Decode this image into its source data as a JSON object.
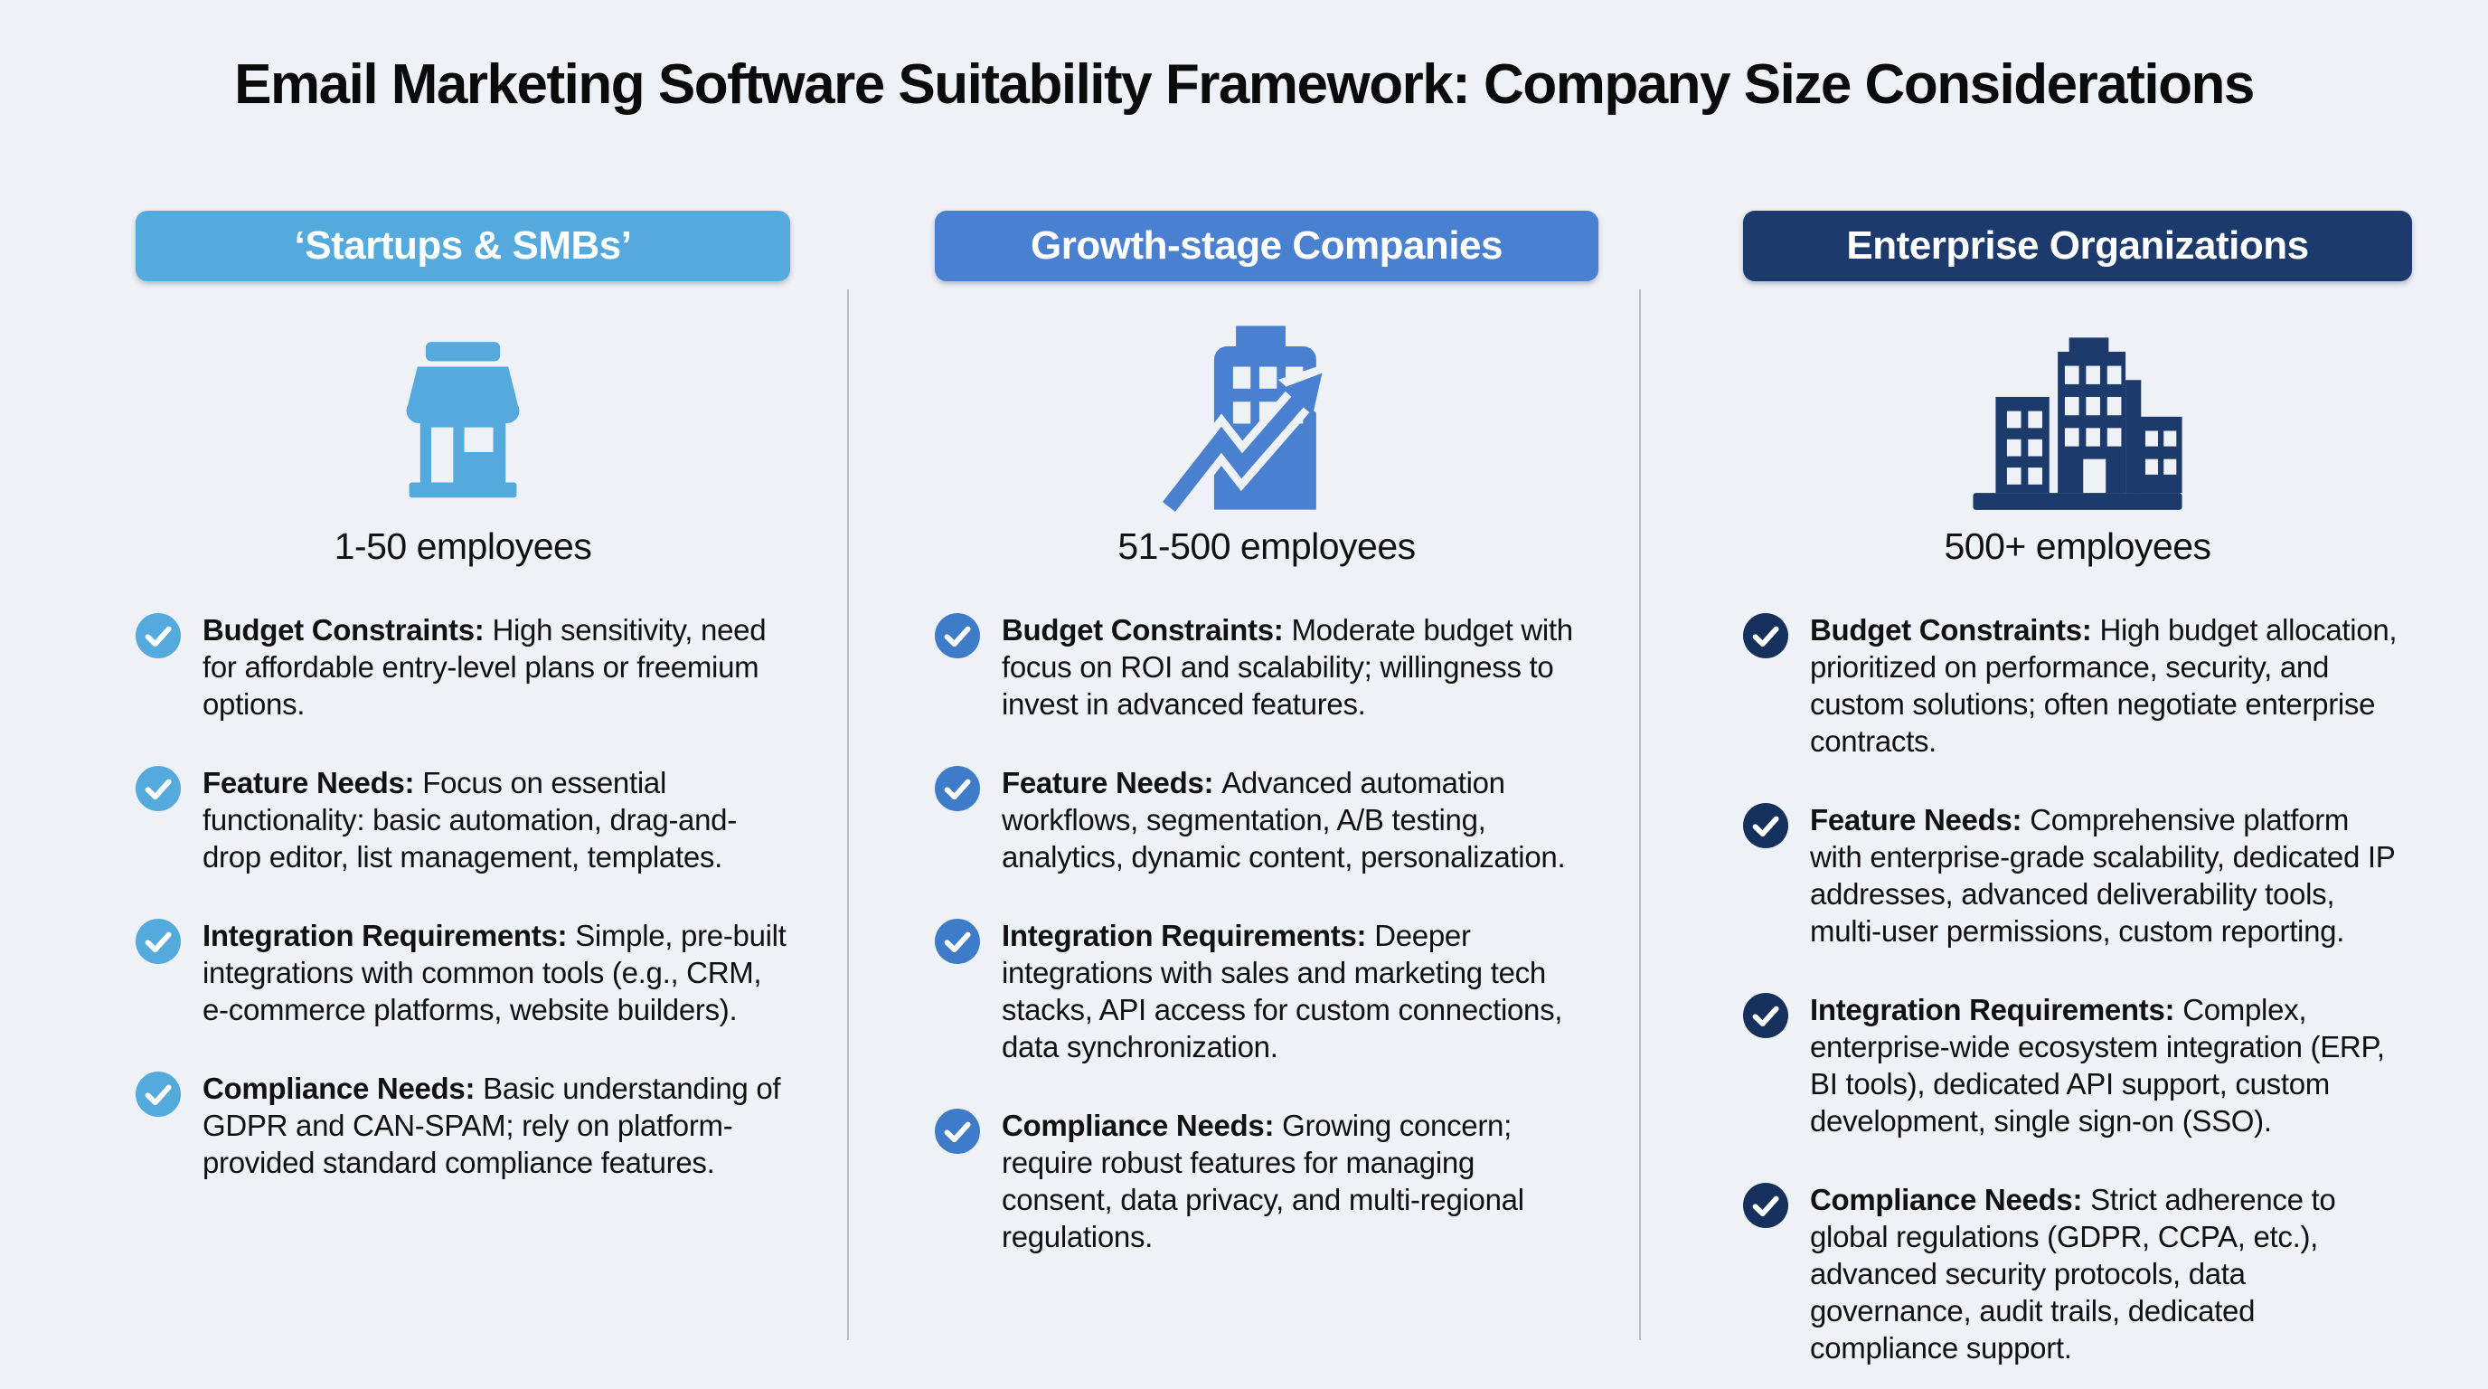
{
  "title": "Email Marketing Software Suitability Framework: Company Size Considerations",
  "background_color": "#eef1f6",
  "divider_color": "#b6bcc6",
  "text_color": "#111111",
  "columns": [
    {
      "header": "‘Startups & SMBs’",
      "accent": "#54a9dd",
      "check_color": "#54a9dd",
      "icon": "storefront-icon",
      "employees": "1-50 employees",
      "bullets": [
        {
          "label": "Budget Constraints:",
          "text": "High sensitivity, need for affordable entry-level plans or freemium options."
        },
        {
          "label": "Feature Needs:",
          "text": "Focus on essential functionality: basic automation, drag-and-drop editor, list management, templates."
        },
        {
          "label": "Integration Requirements:",
          "text": "Simple, pre-built integrations with common tools (e.g., CRM, e-commerce platforms, website builders)."
        },
        {
          "label": "Compliance Needs:",
          "text": "Basic understanding of GDPR and CAN-SPAM; rely on platform-provided standard compliance features."
        }
      ]
    },
    {
      "header": "Growth-stage Companies",
      "accent": "#4a80d0",
      "check_color": "#3e7cc9",
      "icon": "building-growth-arrow-icon",
      "employees": "51-500 employees",
      "bullets": [
        {
          "label": "Budget Constraints:",
          "text": "Moderate budget with focus on ROI and scalability; willingness to invest in advanced features."
        },
        {
          "label": "Feature Needs:",
          "text": "Advanced automation workflows, segmentation, A/B testing, analytics, dynamic content, personalization."
        },
        {
          "label": "Integration Requirements:",
          "text": "Deeper integrations with sales and marketing tech stacks, API access for custom connections, data synchronization."
        },
        {
          "label": "Compliance Needs:",
          "text": "Growing concern; require robust features for managing consent, data privacy, and multi-regional regulations."
        }
      ]
    },
    {
      "header": "Enterprise Organizations",
      "accent": "#1c3a6b",
      "check_color": "#16305e",
      "icon": "enterprise-buildings-icon",
      "employees": "500+ employees",
      "bullets": [
        {
          "label": "Budget Constraints:",
          "text": "High budget allocation, prioritized on performance, security, and custom solutions; often negotiate enterprise contracts."
        },
        {
          "label": "Feature Needs:",
          "text": "Comprehensive platform with enterprise-grade scalability, dedicated IP addresses, advanced deliverability tools, multi-user permissions, custom reporting."
        },
        {
          "label": "Integration Requirements:",
          "text": "Complex, enterprise-wide ecosystem integration (ERP, BI tools), dedicated API support, custom development, single sign-on (SSO)."
        },
        {
          "label": "Compliance Needs:",
          "text": "Strict adherence to global regulations (GDPR, CCPA, etc.), advanced security protocols, data governance, audit trails, dedicated compliance support."
        }
      ]
    }
  ]
}
